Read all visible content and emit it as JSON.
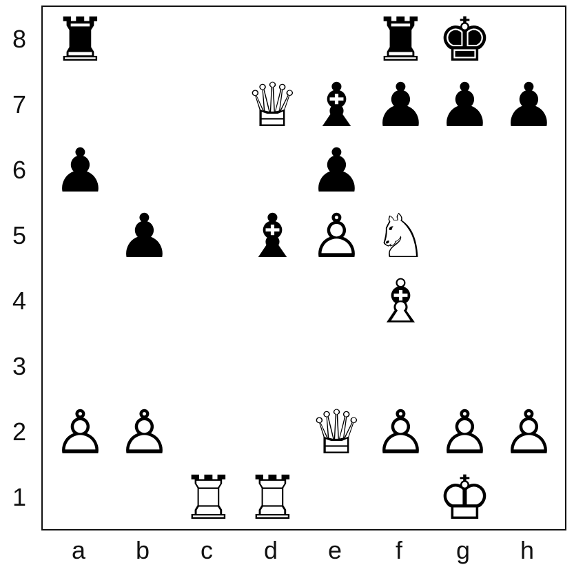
{
  "board": {
    "files": [
      "a",
      "b",
      "c",
      "d",
      "e",
      "f",
      "g",
      "h"
    ],
    "ranks": [
      "8",
      "7",
      "6",
      "5",
      "4",
      "3",
      "2",
      "1"
    ],
    "colors": {
      "white_piece": "#ffffff",
      "black_piece": "#000000",
      "outline": "#000000",
      "border": "#111111"
    },
    "pieces": [
      {
        "square": "a8",
        "type": "rook",
        "color": "black",
        "glyph": "♜",
        "icon": "black-rook-icon"
      },
      {
        "square": "f8",
        "type": "rook",
        "color": "black",
        "glyph": "♜",
        "icon": "black-rook-icon"
      },
      {
        "square": "g8",
        "type": "king",
        "color": "black",
        "glyph": "♚",
        "icon": "black-king-icon"
      },
      {
        "square": "d7",
        "type": "queen",
        "color": "white",
        "glyph": "♕",
        "icon": "white-queen-icon"
      },
      {
        "square": "e7",
        "type": "bishop",
        "color": "black",
        "glyph": "♝",
        "icon": "black-bishop-icon"
      },
      {
        "square": "f7",
        "type": "pawn",
        "color": "black",
        "glyph": "♟",
        "icon": "black-pawn-icon"
      },
      {
        "square": "g7",
        "type": "pawn",
        "color": "black",
        "glyph": "♟",
        "icon": "black-pawn-icon"
      },
      {
        "square": "h7",
        "type": "pawn",
        "color": "black",
        "glyph": "♟",
        "icon": "black-pawn-icon"
      },
      {
        "square": "a6",
        "type": "pawn",
        "color": "black",
        "glyph": "♟",
        "icon": "black-pawn-icon"
      },
      {
        "square": "e6",
        "type": "pawn",
        "color": "black",
        "glyph": "♟",
        "icon": "black-pawn-icon"
      },
      {
        "square": "b5",
        "type": "pawn",
        "color": "black",
        "glyph": "♟",
        "icon": "black-pawn-icon"
      },
      {
        "square": "d5",
        "type": "bishop",
        "color": "black",
        "glyph": "♝",
        "icon": "black-bishop-icon"
      },
      {
        "square": "e5",
        "type": "pawn",
        "color": "white",
        "glyph": "♙",
        "icon": "white-pawn-icon"
      },
      {
        "square": "f5",
        "type": "knight",
        "color": "white",
        "glyph": "♘",
        "icon": "white-knight-icon"
      },
      {
        "square": "f4",
        "type": "bishop",
        "color": "white",
        "glyph": "♗",
        "icon": "white-bishop-icon"
      },
      {
        "square": "a2",
        "type": "pawn",
        "color": "white",
        "glyph": "♙",
        "icon": "white-pawn-icon"
      },
      {
        "square": "b2",
        "type": "pawn",
        "color": "white",
        "glyph": "♙",
        "icon": "white-pawn-icon"
      },
      {
        "square": "e2",
        "type": "queen",
        "color": "white",
        "glyph": "♕",
        "icon": "white-queen-icon"
      },
      {
        "square": "f2",
        "type": "pawn",
        "color": "white",
        "glyph": "♙",
        "icon": "white-pawn-icon"
      },
      {
        "square": "g2",
        "type": "pawn",
        "color": "white",
        "glyph": "♙",
        "icon": "white-pawn-icon"
      },
      {
        "square": "h2",
        "type": "pawn",
        "color": "white",
        "glyph": "♙",
        "icon": "white-pawn-icon"
      },
      {
        "square": "c1",
        "type": "rook",
        "color": "white",
        "glyph": "♖",
        "icon": "white-rook-icon"
      },
      {
        "square": "d1",
        "type": "rook",
        "color": "white",
        "glyph": "♖",
        "icon": "white-rook-icon"
      },
      {
        "square": "g1",
        "type": "king",
        "color": "white",
        "glyph": "♔",
        "icon": "white-king-icon"
      }
    ]
  }
}
